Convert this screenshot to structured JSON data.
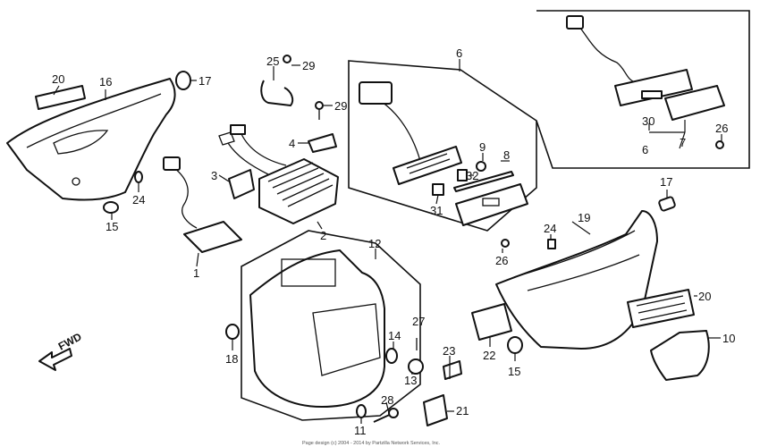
{
  "labels": {
    "p1": "1",
    "p2": "2",
    "p3": "3",
    "p4": "4",
    "p6a": "6",
    "p6b": "6",
    "p7": "7",
    "p8": "8",
    "p9": "9",
    "p10": "10",
    "p11": "11",
    "p12": "12",
    "p13": "13",
    "p14": "14",
    "p15a": "15",
    "p15b": "15",
    "p16": "16",
    "p17a": "17",
    "p17b": "17",
    "p18": "18",
    "p19": "19",
    "p20a": "20",
    "p20b": "20",
    "p21": "21",
    "p22": "22",
    "p23": "23",
    "p24a": "24",
    "p24b": "24",
    "p25": "25",
    "p26a": "26",
    "p26b": "26",
    "p27": "27",
    "p28": "28",
    "p29a": "29",
    "p29b": "29",
    "p30": "30",
    "p31": "31",
    "p32": "32"
  },
  "direction_marker": "FWD",
  "copyright": "Page design (c) 2004 - 2014 by Partzilla Network Services, Inc."
}
